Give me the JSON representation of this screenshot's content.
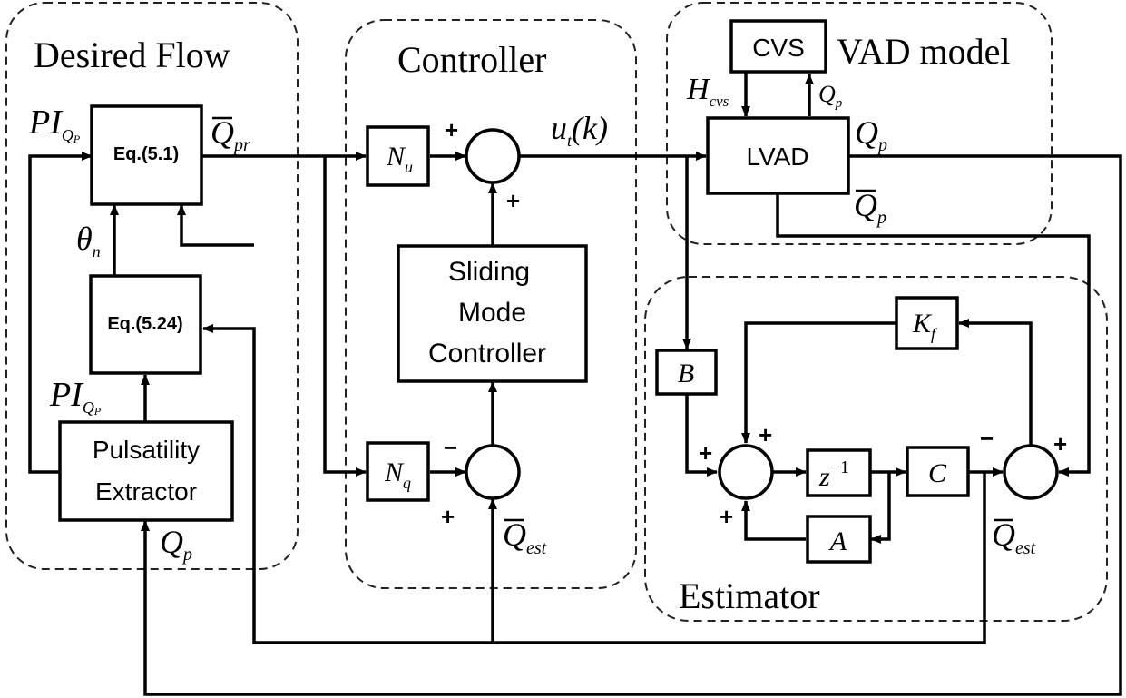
{
  "groups": {
    "desired_flow": "Desired Flow",
    "controller": "Controller",
    "vad_model": "VAD model",
    "estimator": "Estimator"
  },
  "blocks": {
    "eq51": "Eq.(5.1)",
    "eq524": "Eq.(5.24)",
    "pulsatility": [
      "Pulsatility",
      "Extractor"
    ],
    "nu": "N",
    "nu_sub": "u",
    "nq": "N",
    "nq_sub": "q",
    "smc": [
      "Sliding",
      "Mode",
      "Controller"
    ],
    "cvs": "CVS",
    "lvad": "LVAD",
    "b": "B",
    "kf": "K",
    "kf_sub": "f",
    "zinv": "z",
    "zinv_sup": "−1",
    "c": "C",
    "a": "A"
  },
  "signals": {
    "pi": "PI",
    "pi_sub": "Q",
    "pi_subsub": "P",
    "q": "Q",
    "pr": "pr",
    "p": "p",
    "est": "est",
    "theta": "θ",
    "theta_sub": "n",
    "u": "u",
    "u_sub": "t",
    "u_arg": "(k)",
    "h": "H",
    "h_sub": "cvs"
  },
  "signs": {
    "plus": "+",
    "minus": "−"
  }
}
